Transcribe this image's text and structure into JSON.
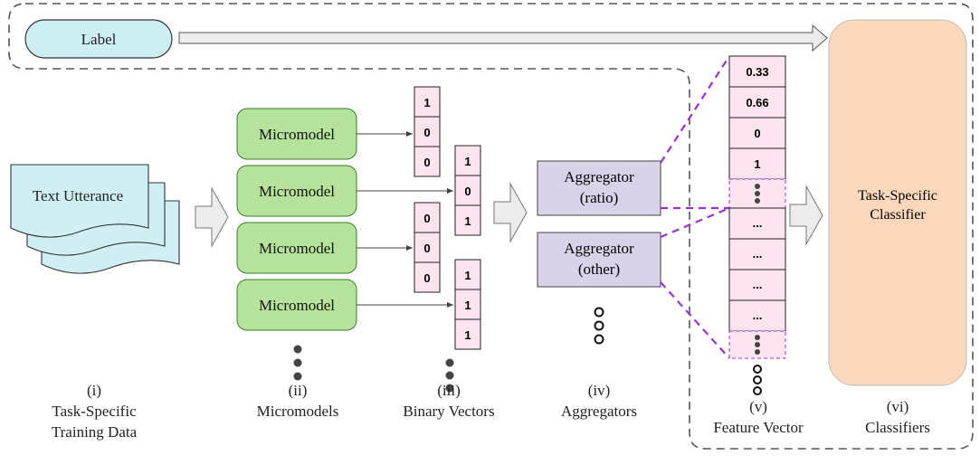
{
  "colors": {
    "label_fill": "#cdeef3",
    "micromodel_fill": "#b6e39c",
    "micromodel_stroke": "#3a7d2a",
    "cell_fill": "#fbe4ee",
    "aggregator_fill": "#d9d2e9",
    "classifier_fill": "#fbd8bb",
    "utterance_fill": "#cfeff5",
    "dashed_purple": "#9b30d9",
    "arrow_fill": "#ececec"
  },
  "label_box": "Label",
  "utterance": "Text Utterance",
  "micromodels": [
    "Micromodel",
    "Micromodel",
    "Micromodel",
    "Micromodel"
  ],
  "binary_vectors": [
    [
      "1",
      "0",
      "0"
    ],
    [
      "1",
      "0",
      "1"
    ],
    [
      "0",
      "0",
      "0"
    ],
    [
      "1",
      "1",
      "1"
    ]
  ],
  "aggregators": [
    {
      "line1": "Aggregator",
      "line2": "(ratio)"
    },
    {
      "line1": "Aggregator",
      "line2": "(other)"
    }
  ],
  "feature_vector": [
    "0.33",
    "0.66",
    "0",
    "1",
    "",
    "...",
    "...",
    "...",
    "...",
    ""
  ],
  "classifier": {
    "line1": "Task-Specific",
    "line2": "Classifier"
  },
  "captions": {
    "i": {
      "num": "(i)",
      "line1": "Task-Specific",
      "line2": "Training Data"
    },
    "ii": {
      "num": "(ii)",
      "line1": "Micromodels"
    },
    "iii": {
      "num": "(iii)",
      "line1": "Binary Vectors"
    },
    "iv": {
      "num": "(iv)",
      "line1": "Aggregators"
    },
    "v": {
      "num": "(v)",
      "line1": "Feature Vector"
    },
    "vi": {
      "num": "(vi)",
      "line1": "Classifiers"
    }
  }
}
